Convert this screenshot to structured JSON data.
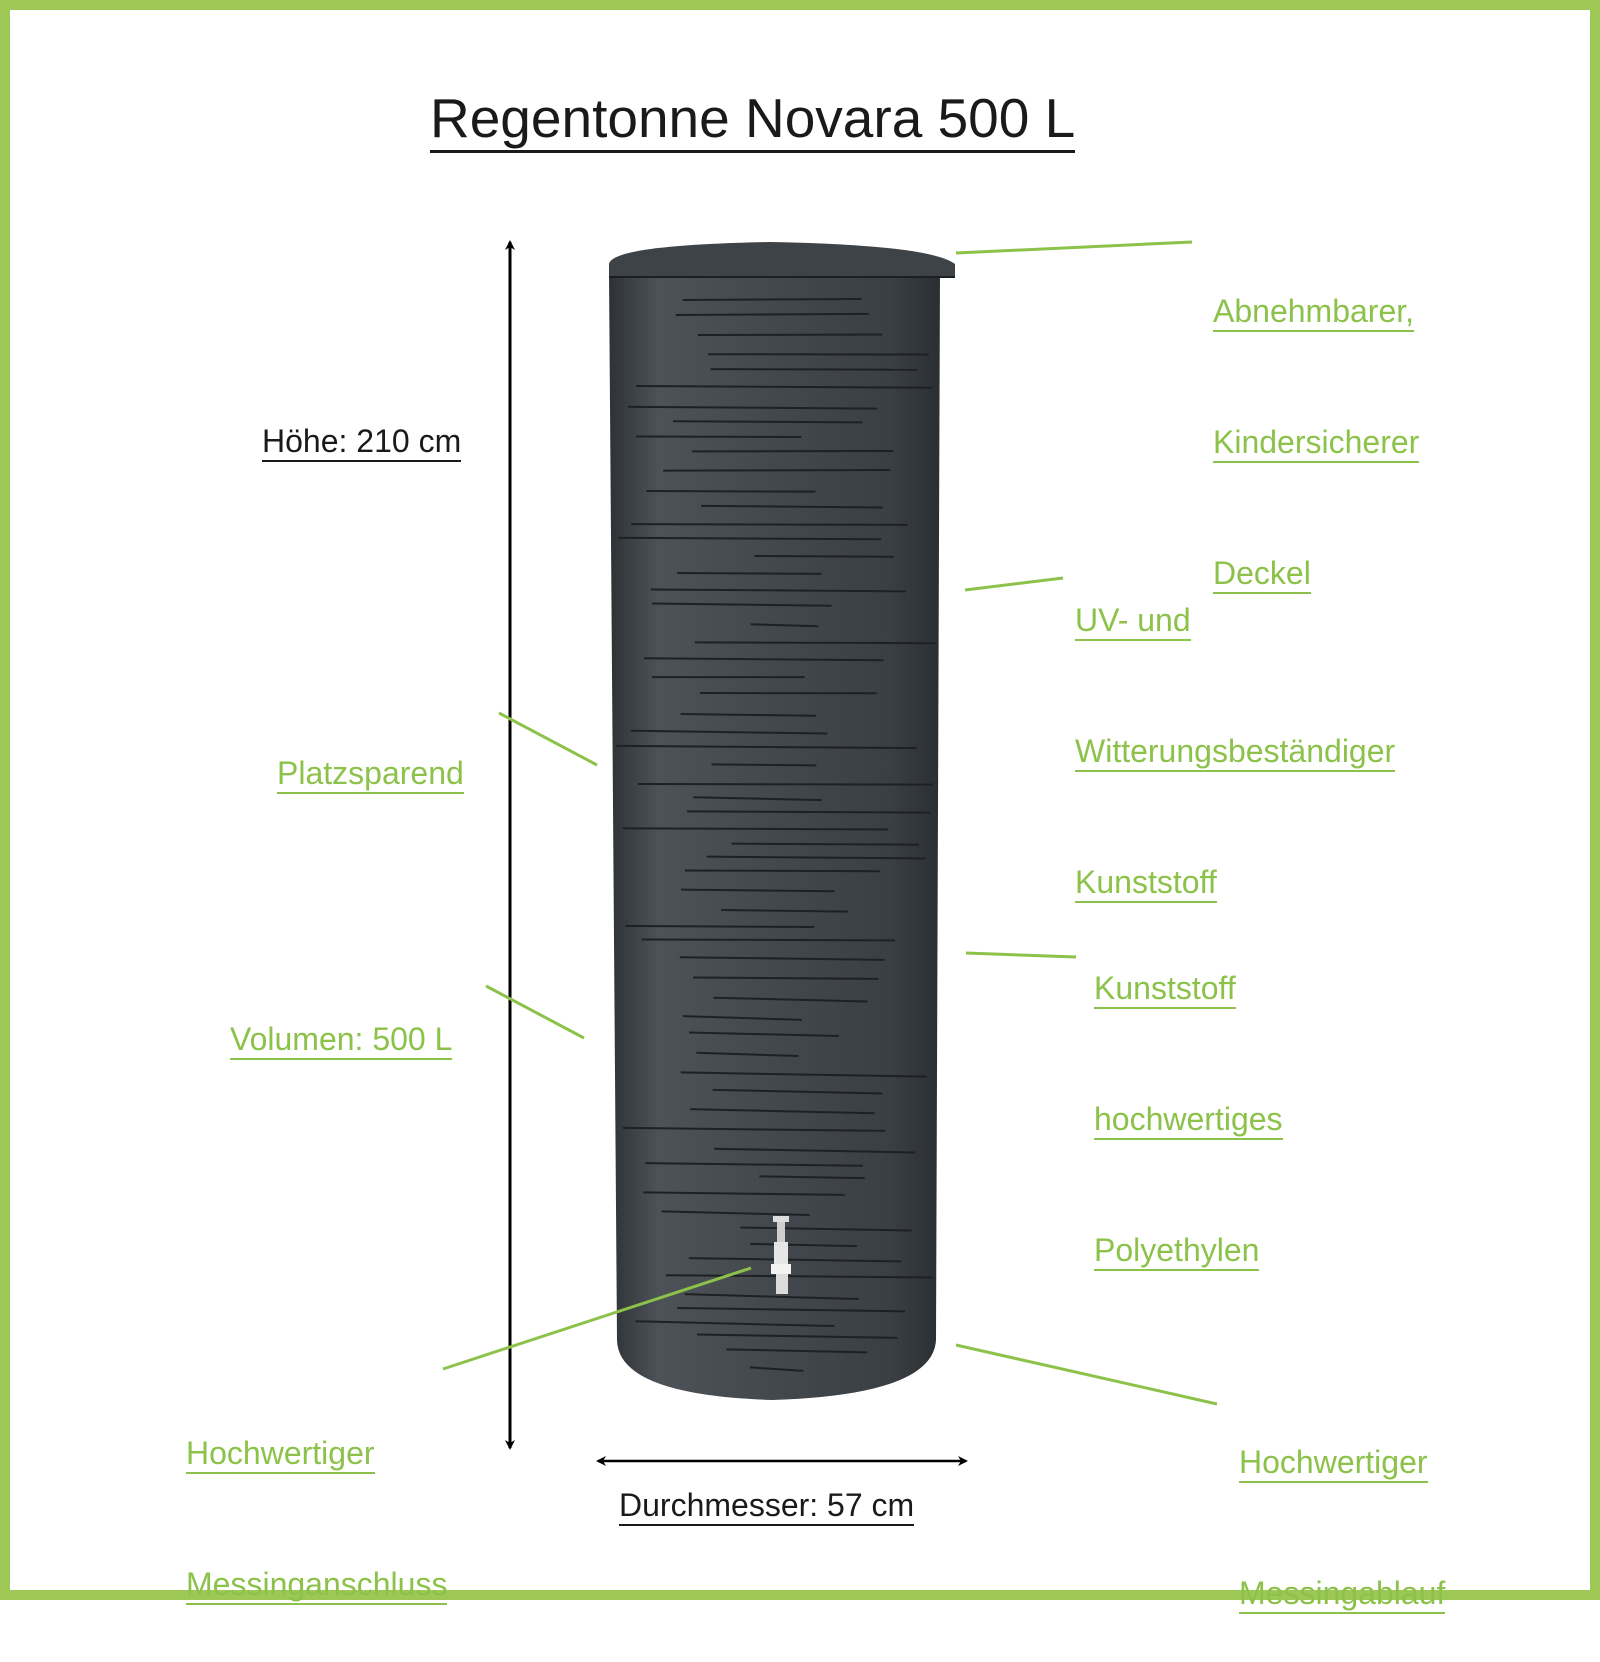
{
  "title": "Regentonne Novara 500 L",
  "colors": {
    "accent": "#8cc24a",
    "frame": "#9dc855",
    "text": "#1a1a1a",
    "tank": "#3d4247"
  },
  "dimensions": {
    "height": "Höhe: 210 cm",
    "diameter": "Durchmesser: 57 cm"
  },
  "features": {
    "lid": [
      "Abnehmbarer,",
      "Kindersicherer",
      "Deckel"
    ],
    "material": [
      "UV- und",
      "Witterungsbeständiger",
      "Kunststoff"
    ],
    "space": [
      "Platzsparend"
    ],
    "volume": [
      "Volumen: 500 L"
    ],
    "polyethylene": [
      "Kunststoff",
      "hochwertiges",
      "Polyethylen"
    ],
    "connector": [
      "Hochwertiger",
      "Messinganschluss"
    ],
    "drain": [
      "Hochwertiger",
      "Messingablauf"
    ]
  }
}
